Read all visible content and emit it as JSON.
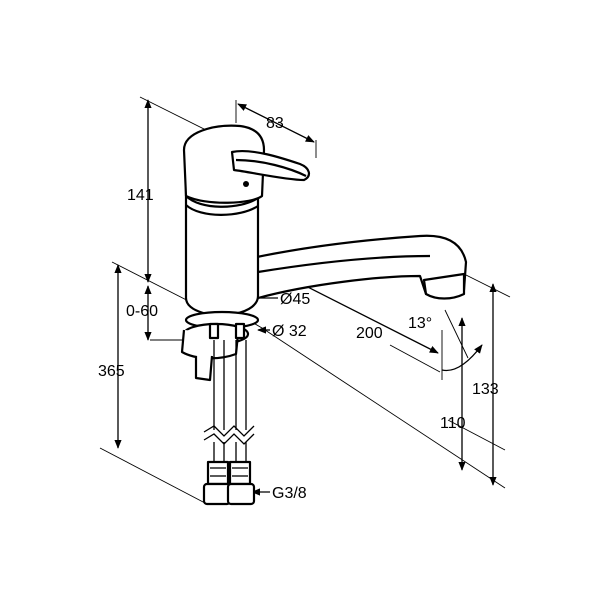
{
  "dimensions": {
    "handle_width": "83",
    "body_height": "141",
    "deck_thickness": "0-60",
    "hose_length": "365",
    "body_diameter": "Ø45",
    "mounting_diameter": "Ø 32",
    "spout_reach": "200",
    "outlet_angle": "13°",
    "outlet_height": "110",
    "total_height": "133",
    "connection_thread": "G3/8"
  }
}
